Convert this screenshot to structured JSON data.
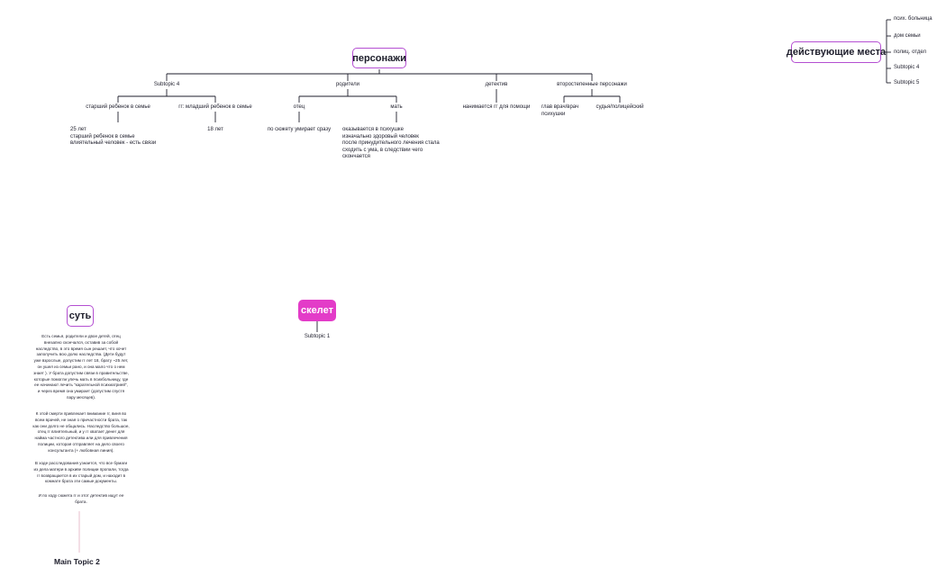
{
  "personazhi": {
    "title": "персонажи",
    "subtopic4": {
      "label": "Subtopic 4",
      "older": {
        "label": "старший ребенок в семье",
        "note": "25 лет\nстарший ребенок в семье\nвлиятельный человек - есть связи"
      },
      "younger": {
        "label": "гг: младший ребенок в семье",
        "note": "18 лет"
      }
    },
    "parents": {
      "label": "родители",
      "father": {
        "label": "отец",
        "note": "по сюжету умирает сразу"
      },
      "mother": {
        "label": "мать",
        "note": "оказывается в психушке\nизначально здоровый человек\nпосле принудительного лечения стала\nсходить с ума, в следствии чего\nскончается"
      }
    },
    "detective": {
      "label": "детектив",
      "note": "нанимается гг для помощи"
    },
    "secondary": {
      "label": "второстепенные персонажи",
      "doctor": "глав врач/врач\nпсихушки",
      "judge": "судья/полицейский"
    }
  },
  "places": {
    "title": "действующие места",
    "items": [
      "псих. больница",
      "дом семьи",
      "полиц. отдел",
      "Subtopic 4",
      "Subtopic 5"
    ]
  },
  "sut": {
    "title": "суть",
    "paragraphs": [
      "Есть семья, родители и двое детей, отец\nвнезапно скончался, оставив за собой\nнаследство, в это время сын решает, что хочет\nзаполучить всю долю наследства. (Дети будут\nуже взрослые, допустим гг лет 18, брату ~25 лет,\nон ушел из семьи рано, и она мало что о нем\nзнает ). У брата допустим связи в правительстве,\nкоторые помогли упечь мать в психбольницу, где\nее начинают лечить \"карательной психиатрией\",\nи через время она умирает (допустим спустя\nпару месяцев).",
      "К этой смерти привлекает внимание гг, виня во\nвсем врачей, не зная о причастности брата, так\nкак они долго не общались. Наследство большое,\nотец гг влиятельный, и у гг хватает денег для\nнайма частного детектива или для привлечения\nполиции, которая отправляет на дело своего\nконсультанта (+ любовная линия).",
      "В ходе расследования узнается, что все бумаги\nиз дела матери в архиве полиции пропали, тогда\nгг возвращается в их старый дом, и находит в\nкомнате брата эти самые документы.",
      "И по ходу сюжета гг и этот детектив ищут ее\nбрата."
    ]
  },
  "skelet": {
    "title": "скелет",
    "subtopic": "Subtopic 1"
  },
  "main_topic_2": "Main Topic 2"
}
